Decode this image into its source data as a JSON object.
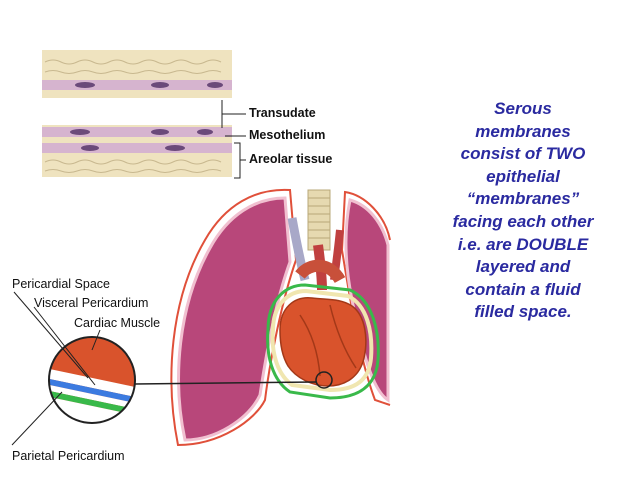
{
  "tissue_labels": {
    "transudate": "Transudate",
    "mesothelium": "Mesothelium",
    "areolar": "Areolar tissue"
  },
  "pericardium_labels": {
    "pericardial_space": "Pericardial Space",
    "visceral": "Visceral Pericardium",
    "cardiac_muscle": "Cardiac Muscle",
    "parietal": "Parietal Pericardium"
  },
  "side_text": "Serous\nmembranes\nconsist of TWO\nepithelial\n“membranes”\nfacing each other\ni.e. are DOUBLE\nlayered and\ncontain a fluid\nfilled space.",
  "colors": {
    "side_text": "#2a2aa0",
    "lung": "#b8477a",
    "heart": "#d9532c",
    "tissue": "#efe3bf",
    "membrane": "#c9a3c7",
    "visceral_layer": "#3c7be0",
    "parietal_layer": "#39b94a",
    "outline_red": "#e0503a"
  }
}
